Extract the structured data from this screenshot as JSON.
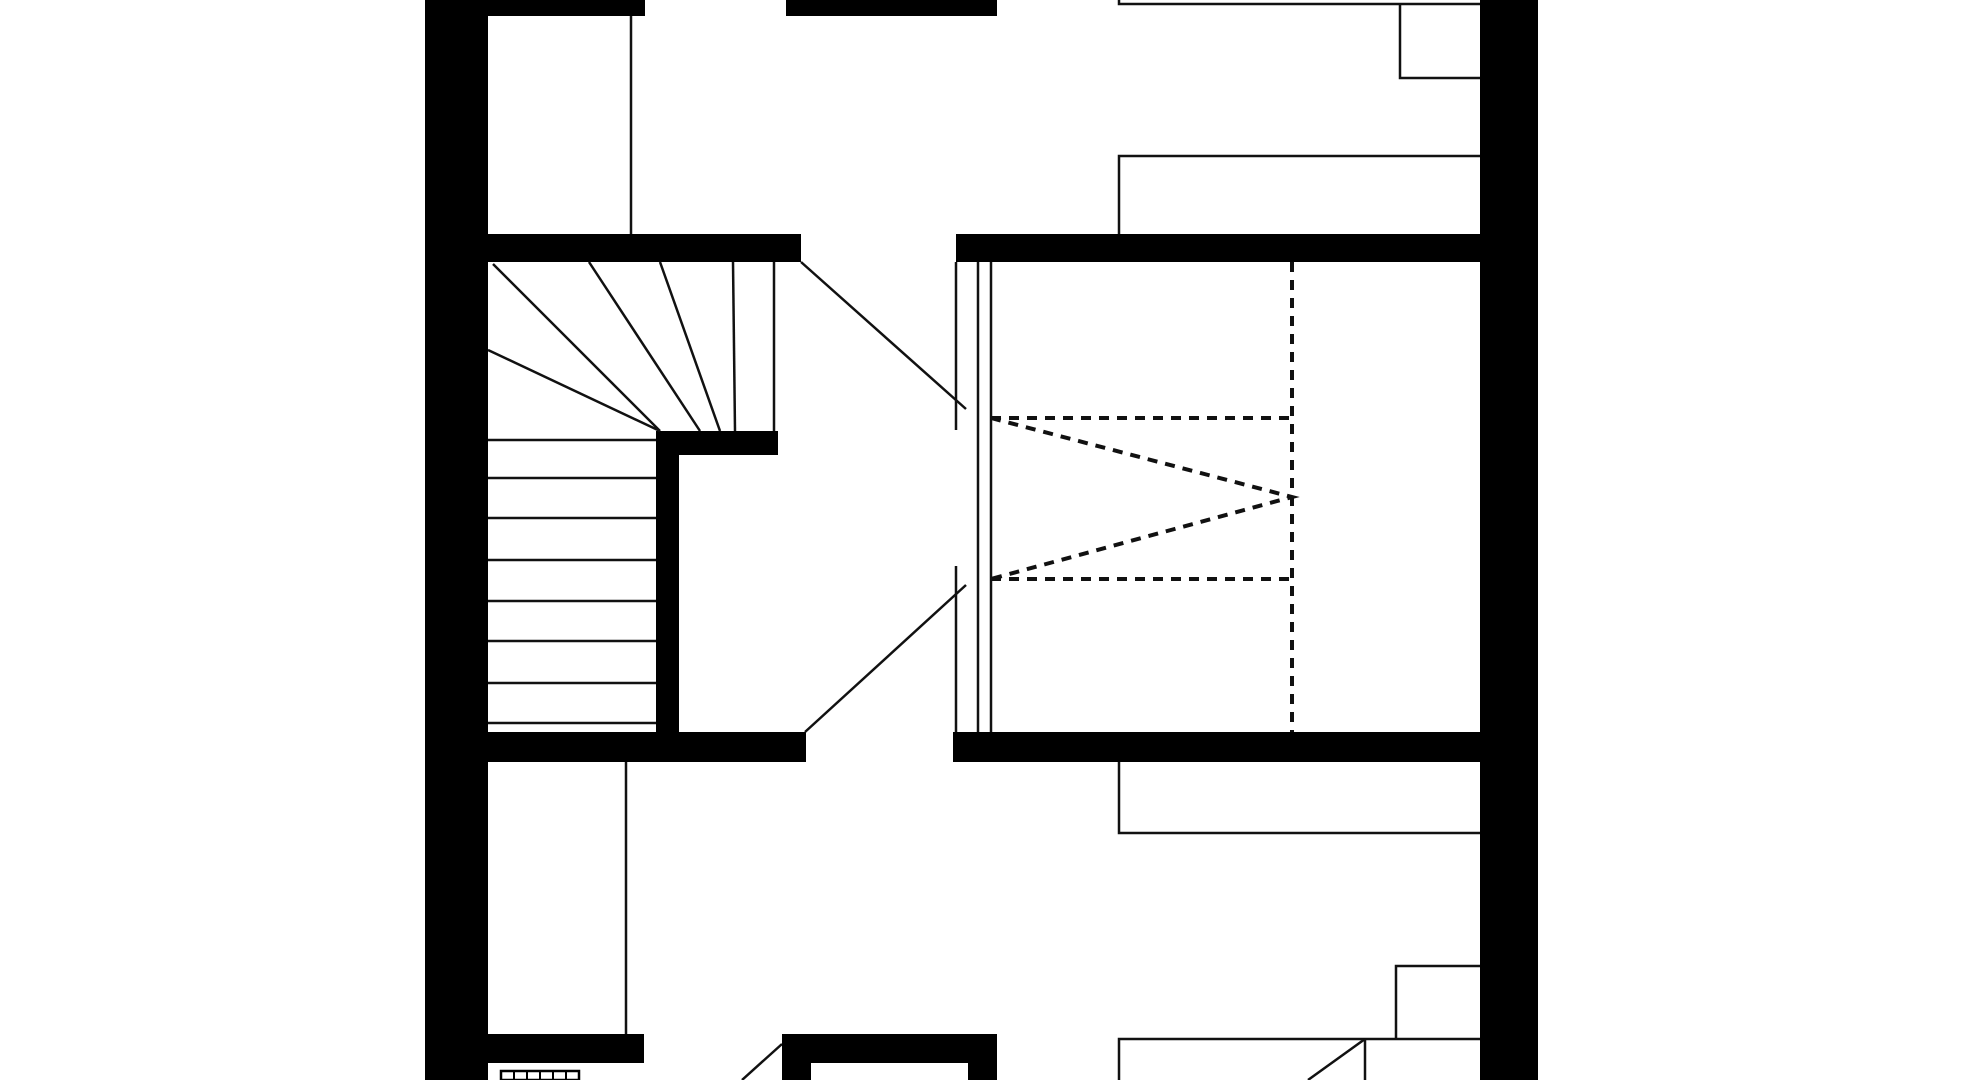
{
  "diagram": {
    "type": "floor-plan",
    "colors": {
      "wall": "#000000",
      "background": "#ffffff",
      "line": "#111111"
    },
    "elements": [
      "exterior-walls",
      "interior-walls",
      "staircase",
      "doors",
      "built-in-cabinets",
      "closet-with-dashed-overhead",
      "chimney",
      "radiator"
    ]
  }
}
